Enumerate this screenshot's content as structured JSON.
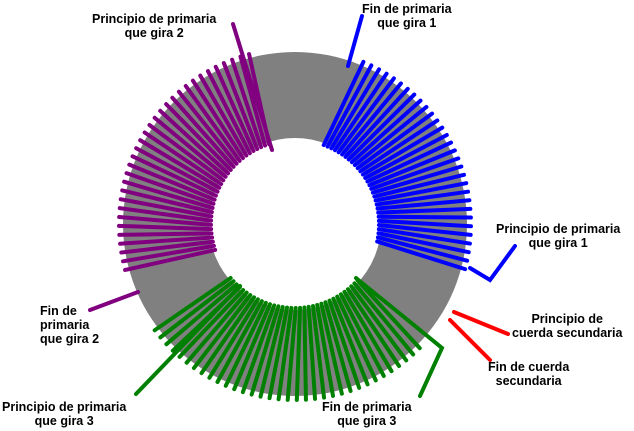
{
  "colors": {
    "core": "#808080",
    "primary_1": "#0000ff",
    "primary_2": "#800080",
    "primary_3": "#008000",
    "secondary": "#ff0000",
    "background": "#ffffff"
  },
  "labels": {
    "start_primary_2": [
      "Principio de primaria",
      "que gira 2"
    ],
    "end_primary_1": [
      "Fin de primaria",
      "que gira 1"
    ],
    "start_primary_1": [
      "Principio de primaria",
      "que gira 1"
    ],
    "start_secondary": [
      "Principio de",
      "cuerda secundaria"
    ],
    "end_secondary": [
      "Fin de cuerda",
      "secundaria"
    ],
    "end_primary_3": [
      "Fin de primaria",
      "que gira 3"
    ],
    "start_primary_3": [
      "Principio de primaria",
      "que gira 3"
    ],
    "end_primary_2": [
      "Fin de",
      "primaria",
      "que gira 2"
    ]
  }
}
